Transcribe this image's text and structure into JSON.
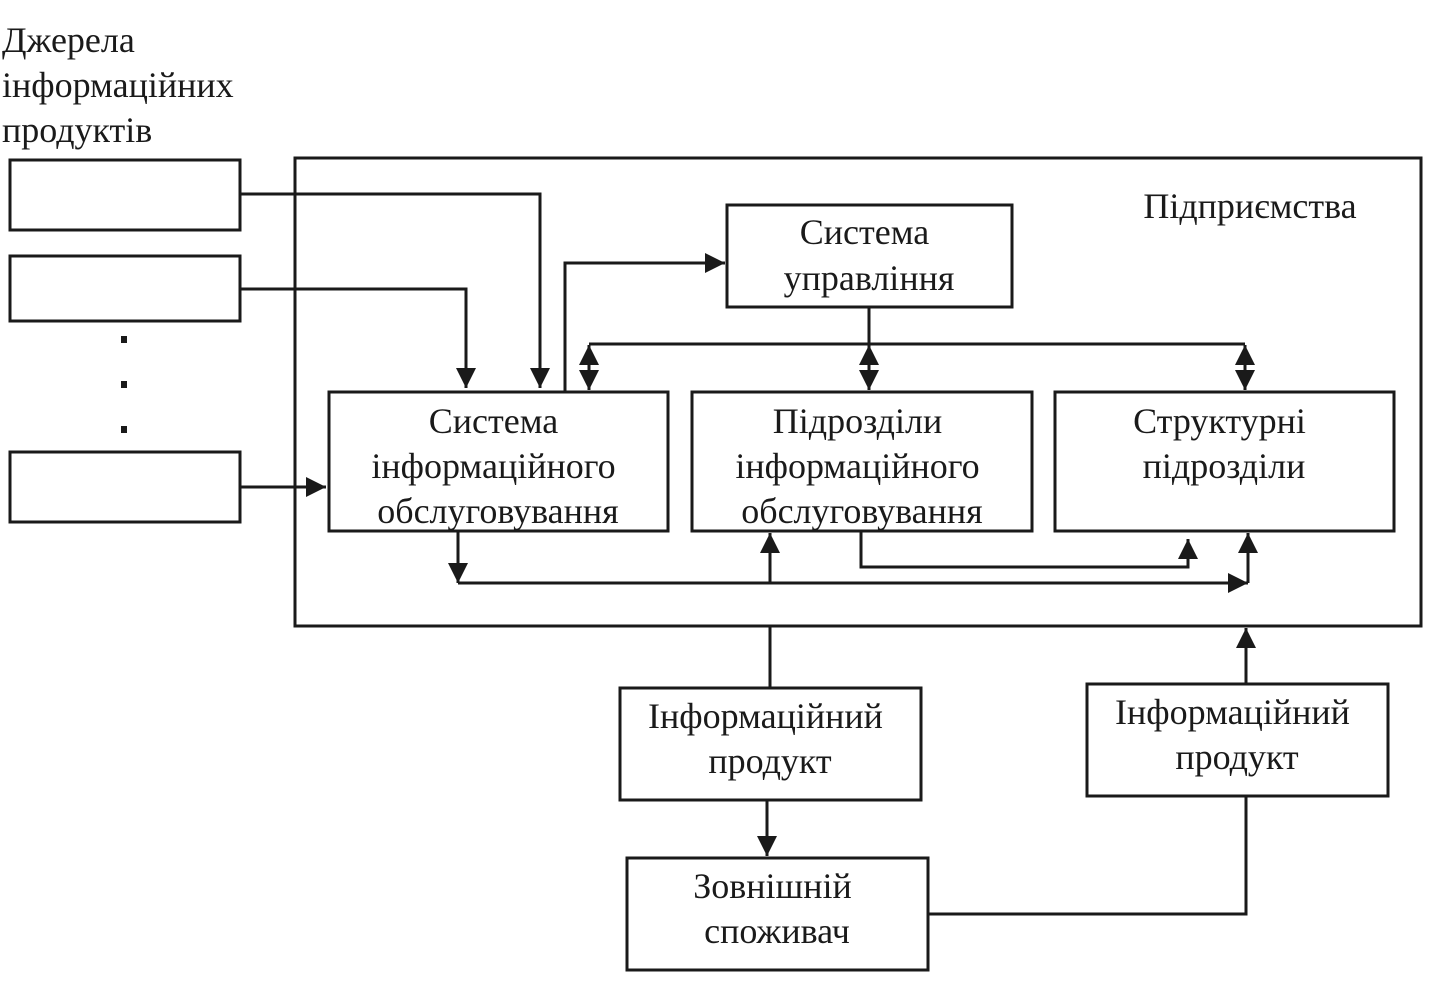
{
  "sources": {
    "title_lines": [
      "Джерела",
      "інформаційних",
      "продуктів"
    ]
  },
  "enterprise": {
    "label": "Підприємства"
  },
  "management": {
    "lines": [
      "Система",
      "управління"
    ]
  },
  "info_service_system": {
    "lines": [
      "Система",
      "інформаційного",
      "обслуговування"
    ]
  },
  "info_service_units": {
    "lines": [
      "Підрозділи",
      "інформаційного",
      "обслуговування"
    ]
  },
  "structural_units": {
    "lines": [
      "Структурні",
      "підрозділи"
    ]
  },
  "info_product_out": {
    "lines": [
      "Інформаційний",
      "продукт"
    ]
  },
  "info_product_in": {
    "lines": [
      "Інформаційний",
      "продукт"
    ]
  },
  "external_consumer": {
    "lines": [
      "Зовнішній",
      "споживач"
    ]
  },
  "colors": {
    "ink": "#1a1a1a",
    "background": "#ffffff"
  }
}
